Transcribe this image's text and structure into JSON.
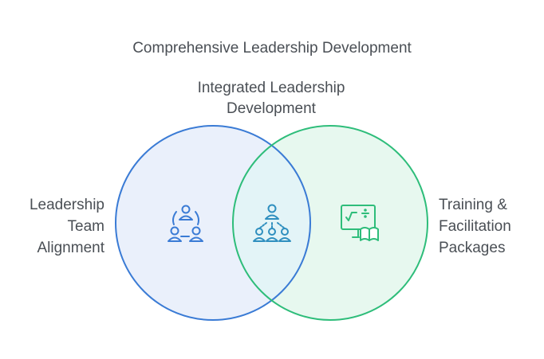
{
  "diagram": {
    "title": "Comprehensive Leadership Development",
    "overlap_label": [
      "Integrated Leadership",
      "Development"
    ],
    "left_set_label": [
      "Leadership",
      "Team",
      "Alignment"
    ],
    "right_set_label": [
      "Training &",
      "Facilitation",
      "Packages"
    ],
    "icons": {
      "left": "team-alignment-icon",
      "center": "hierarchy-team-icon",
      "right": "presentation-book-icon"
    },
    "colors": {
      "left_stroke": "#3a7bd5",
      "left_fill": "#eaf0fb",
      "right_stroke": "#2ebd7a",
      "right_fill": "#e7f8ef",
      "overlap_fill": "#e3f4f7",
      "overlap_icon": "#2f8fbf"
    }
  }
}
